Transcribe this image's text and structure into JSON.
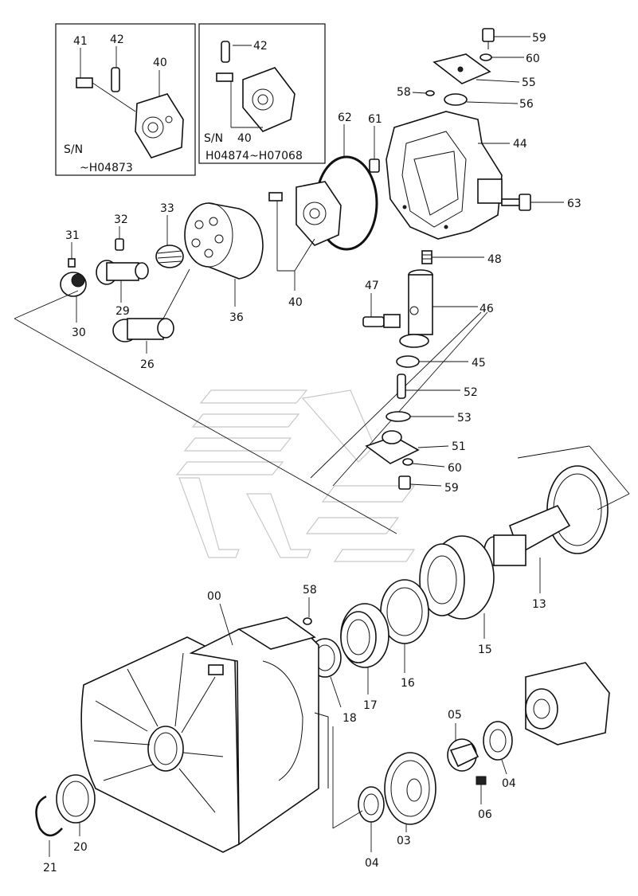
{
  "insets": [
    {
      "serial_prefix": "S/N",
      "serial_range": "~H04873"
    },
    {
      "serial_prefix": "S/N",
      "serial_range": "H04874~H07068"
    }
  ],
  "part_labels": [
    "41",
    "42",
    "40",
    "42",
    "40",
    "59",
    "60",
    "55",
    "58",
    "56",
    "62",
    "61",
    "44",
    "63",
    "33",
    "32",
    "31",
    "29",
    "30",
    "36",
    "26",
    "40",
    "48",
    "47",
    "46",
    "45",
    "52",
    "53",
    "51",
    "60",
    "59",
    "13",
    "00",
    "58",
    "15",
    "16",
    "17",
    "18",
    "05",
    "04",
    "03",
    "04",
    "06",
    "20",
    "21"
  ]
}
